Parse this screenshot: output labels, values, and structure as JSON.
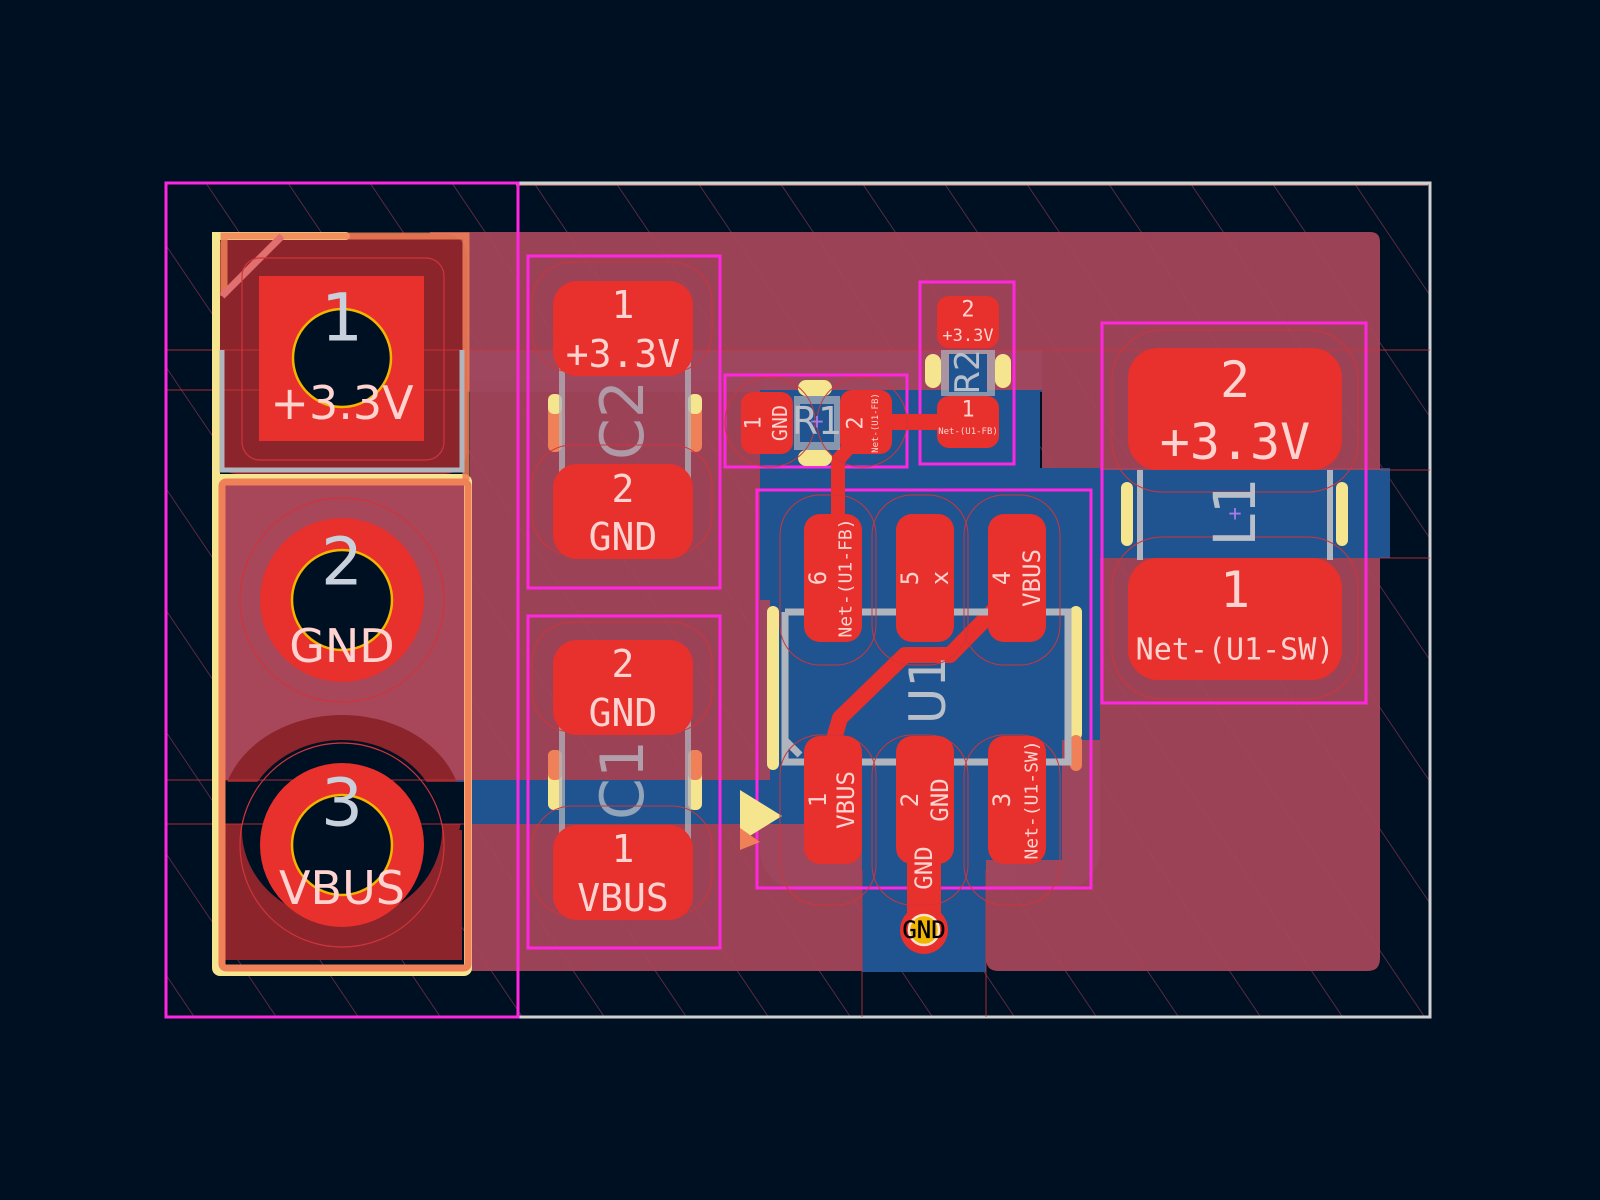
{
  "view": {
    "application": "PCB layout viewer",
    "colors": {
      "background": "#001023",
      "board_edge": "#d0d0d0",
      "courtyard": "#ff26e2",
      "pad": "#e8302c",
      "front_copper_zone": "#a8465a",
      "back_copper": "#1f5490",
      "silkscreen": "#b9bfc9",
      "fab": "#f5e58f",
      "drill_ring": "#f2b600"
    }
  },
  "components": {
    "J1": {
      "type": "3-pin through-hole connector",
      "pads": [
        {
          "number": "1",
          "net": "+3.3V"
        },
        {
          "number": "2",
          "net": "GND"
        },
        {
          "number": "3",
          "net": "VBUS"
        }
      ]
    },
    "C2": {
      "reference": "C2",
      "pads": [
        {
          "number": "1",
          "net": "+3.3V"
        },
        {
          "number": "2",
          "net": "GND"
        }
      ]
    },
    "C1": {
      "reference": "C1",
      "pads": [
        {
          "number": "2",
          "net": "GND"
        },
        {
          "number": "1",
          "net": "VBUS"
        }
      ]
    },
    "R1": {
      "reference": "R1",
      "pads": [
        {
          "number": "1",
          "net": "GND"
        },
        {
          "number": "2",
          "net": "Net-(U1-FB)"
        }
      ]
    },
    "R2": {
      "reference": "R2",
      "pads": [
        {
          "number": "2",
          "net": "+3.3V"
        },
        {
          "number": "1",
          "net": "Net-(U1-FB)"
        }
      ]
    },
    "L1": {
      "reference": "L1",
      "pads": [
        {
          "number": "2",
          "net": "+3.3V"
        },
        {
          "number": "1",
          "net": "Net-(U1-SW)"
        }
      ]
    },
    "U1": {
      "reference": "U1",
      "pads": [
        {
          "number": "6",
          "net": "Net-(U1-FB)"
        },
        {
          "number": "5",
          "net": "x"
        },
        {
          "number": "4",
          "net": "VBUS"
        },
        {
          "number": "1",
          "net": "VBUS"
        },
        {
          "number": "2",
          "net": "GND"
        },
        {
          "number": "3",
          "net": "Net-(U1-SW)"
        }
      ]
    },
    "via": {
      "net": "GND"
    },
    "track_label": {
      "net": "GND"
    }
  }
}
